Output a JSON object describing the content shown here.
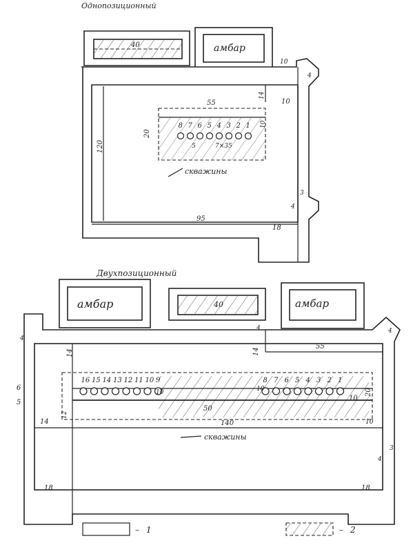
{
  "single": {
    "title": "Однопозиционный",
    "ambar": "амбар",
    "dim_40": "40",
    "dim_10a": "10",
    "dim_4a": "4",
    "dim_55": "55",
    "dim_14": "14",
    "dim_10b": "10",
    "dim_20": "20",
    "dim_10c": "10",
    "dim_120": "120",
    "dim_5": "5",
    "dim_7x35": "7×35",
    "wells_label": "скважины",
    "dim_3": "3",
    "dim_4b": "4",
    "dim_95": "95",
    "dim_18": "18",
    "well_numbers": [
      "8",
      "7",
      "6",
      "5",
      "4",
      "3",
      "2",
      "1"
    ]
  },
  "double": {
    "title": "Двухпозиционный",
    "ambar_left": "амбар",
    "ambar_right": "амбар",
    "dim_40": "40",
    "dim_4a": "4",
    "dim_4b": "4",
    "dim_4c": "4",
    "dim_55": "55",
    "dim_14a": "14",
    "dim_14b": "14",
    "dim_14c": "14",
    "dim_5": "5",
    "dim_6": "6",
    "dim_10a": "10",
    "dim_10b": "10",
    "dim_10c": "10",
    "dim_50": "50",
    "dim_20": "20",
    "dim_12": "12",
    "dim_140": "140",
    "wells_label": "скважины",
    "dim_3": "3",
    "dim_4d": "4",
    "dim_18a": "18",
    "dim_18b": "18",
    "wells_left": [
      "16",
      "15",
      "14",
      "13",
      "12",
      "11",
      "10",
      "9"
    ],
    "wells_right": [
      "8",
      "7",
      "6",
      "5",
      "4",
      "3",
      "2",
      "1"
    ]
  },
  "legend": {
    "item1": "1",
    "item2": "2",
    "dash": "–"
  }
}
